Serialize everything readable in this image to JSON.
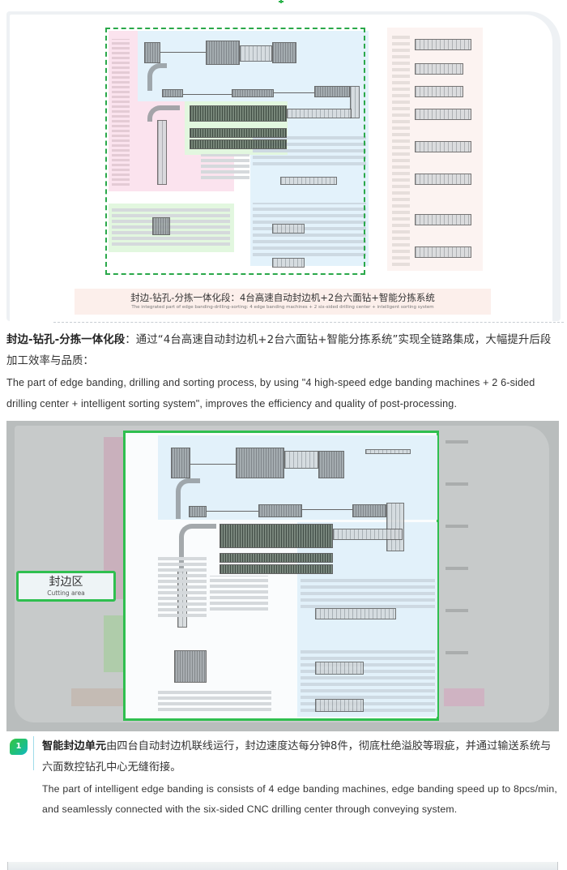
{
  "figure1": {
    "caption_cn": "封边-钻孔-分拣一体化段：4台高速自动封边机+2台六面钻+智能分拣系统",
    "caption_en": "The integrated part of edge banding-drilling-sorting: 4 edge banding machines + 2 six-sided drilling center + intelligent sorting system",
    "colors": {
      "dash_border": "#2aa84a",
      "pink_zone": "#fbe3ee",
      "blue_zone": "#e3f2fb",
      "green_zone": "#e2f7df",
      "cream_zone": "#fcf3f1"
    }
  },
  "paragraph1": {
    "cn_bold": "封边-钻孔-分拣一体化段",
    "cn_rest": "：通过“4台高速自动封边机+2台六面钻+智能分拣系统”实现全链路集成，大幅提升后段加工效率与品质：",
    "en": "The part of edge banding, drilling and sorting process, by using \"4 high-speed edge banding machines + 2 6-sided drilling center + intelligent sorting system\", improves the efficiency and quality of post-processing."
  },
  "figure2": {
    "area_label_cn": "封边区",
    "area_label_en": "Cutting area",
    "colors": {
      "highlight_border": "#2fbf4f",
      "overlay": "#b9bdbd"
    }
  },
  "item1": {
    "number": "1",
    "cn_bold": "智能封边单元",
    "cn_rest": "由四台自动封边机联线运行，封边速度达每分钟8件，彻底杜绝溢胶等瑕疵，并通过输送系统与六面数控钻孔中心无缝衔接。",
    "en": "The part of intelligent edge banding is consists of 4 edge banding machines, edge banding speed up to 8pcs/min, and seamlessly connected with the six-sided CNC drilling center through conveying system.",
    "colors": {
      "badge_from": "#36c540",
      "badge_to": "#12b7c7"
    }
  }
}
